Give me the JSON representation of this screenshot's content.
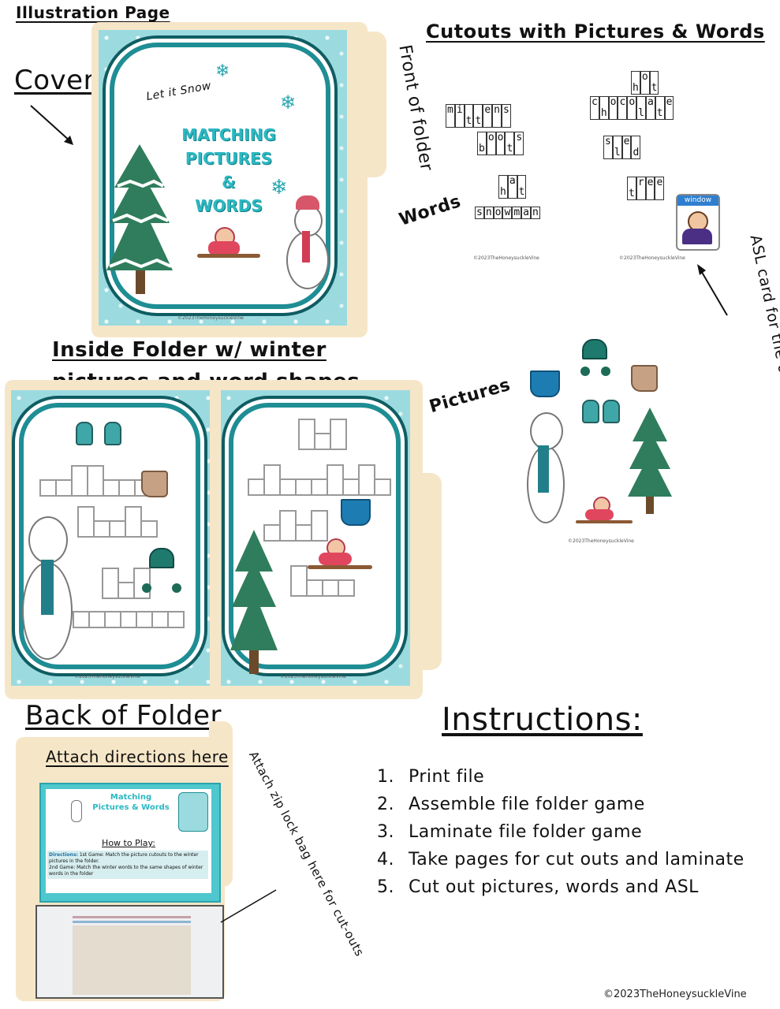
{
  "page_title": "Illustration Page",
  "labels": {
    "cover": "Cover",
    "front_of_folder": "Front of folder",
    "cutouts_title": "Cutouts with Pictures & Words",
    "words": "Words",
    "pictures": "Pictures",
    "asl_note": "ASL card for the other game",
    "inside_folder": "Inside Folder w/ winter pictures and word shapes",
    "back_of_folder": "Back of Folder",
    "attach_directions": "Attach directions here",
    "attach_zip": "Attach zip lock bag here for cut-outs",
    "instructions_title": "Instructions:"
  },
  "cover": {
    "let_it_snow": "Let it Snow",
    "title_line1": "MATCHING",
    "title_line2": "PICTURES",
    "title_line3": "&",
    "title_line4": "WORDS"
  },
  "cutout_words": {
    "mittens": [
      "m",
      "i",
      "t",
      "t",
      "e",
      "n",
      "s"
    ],
    "hot": [
      "h",
      "o",
      "t"
    ],
    "chocolate": [
      "c",
      "h",
      "o",
      "c",
      "o",
      "l",
      "a",
      "t",
      "e"
    ],
    "boots": [
      "b",
      "o",
      "o",
      "t",
      "s"
    ],
    "sled": [
      "s",
      "l",
      "e",
      "d"
    ],
    "hat": [
      "h",
      "a",
      "t"
    ],
    "tree": [
      "t",
      "r",
      "e",
      "e"
    ],
    "snowman": [
      "s",
      "n",
      "o",
      "w",
      "m",
      "a",
      "n"
    ]
  },
  "asl_card": {
    "word": "window"
  },
  "back_card": {
    "title_line1": "Matching",
    "title_line2": "Pictures & Words",
    "how_to_play": "How to Play:",
    "directions_label": "Directions:",
    "directions_1": "1st Game: Match the picture cutouts to the winter pictures in the folder.",
    "directions_2": "2nd Game: Match the winter words to the same shapes of winter words in the folder"
  },
  "instructions": [
    {
      "num": "1.",
      "text": "Print file"
    },
    {
      "num": "2.",
      "text": "Assemble file folder game"
    },
    {
      "num": "3.",
      "text": "Laminate file folder game"
    },
    {
      "num": "4.",
      "text": "Take pages for cut outs and laminate"
    },
    {
      "num": "5.",
      "text": "Cut out pictures, words and ASL"
    }
  ],
  "copyright": "©2023TheHoneysuckleVine",
  "colors": {
    "teal": "#1e8e94",
    "light_teal": "#9bdbe0",
    "folder_tan": "#f6e6c8"
  }
}
